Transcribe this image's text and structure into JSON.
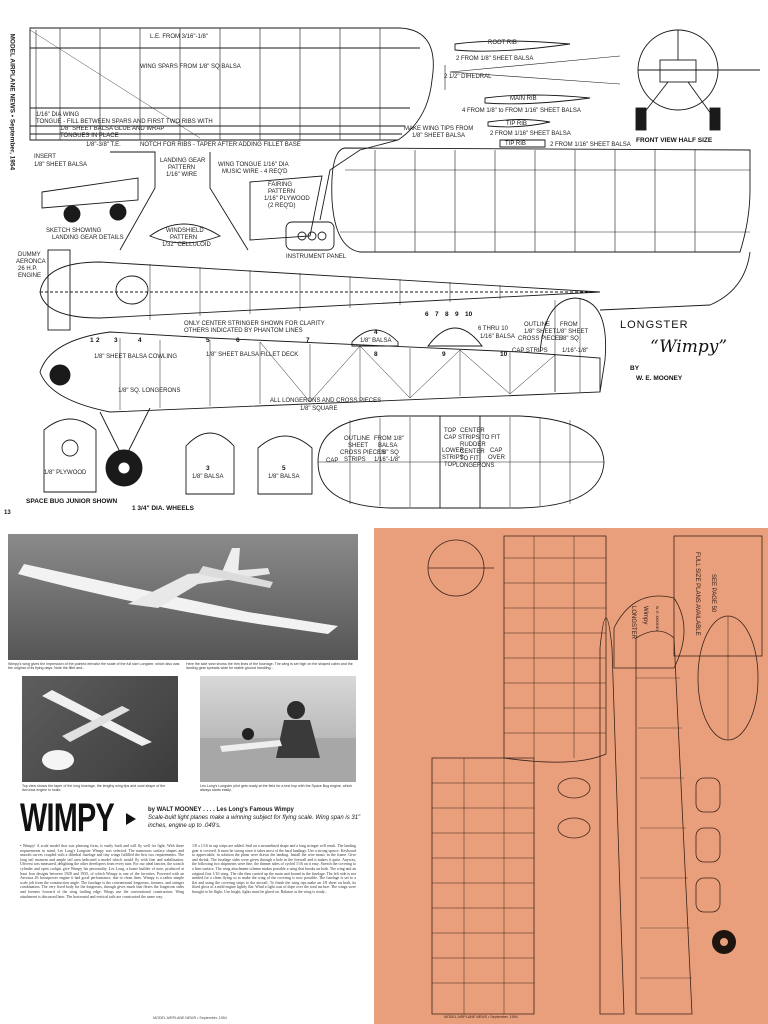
{
  "plan_sheet": {
    "side_caption": "MODEL AIRPLANE NEWS • September, 1954",
    "page_number": "13",
    "title": "LONGSTER",
    "name_script": "“Wimpy”",
    "by": "BY",
    "author": "W. E. MOONEY",
    "labels": {
      "le": "L.E. FROM 3/16\"-1/8\"",
      "wing_spars": "WING SPARS FROM 1/8\" SQ BALSA",
      "tongue_1": "1/16\" DIA WING",
      "tongue_2": "TONGUE - FILL BETWEEN SPARS AND FIRST TWO RIBS WITH",
      "tongue_3": "1/8\" SHEET BALSA GLUE AND WRAP",
      "tongue_4": "TONGUES IN PLACE",
      "te": "1/8\"-3/8\" T.E.",
      "notch": "NOTCH FOR RIBS - TAPER AFTER ADDING FILLET BASE",
      "root_rib": "ROOT RIB",
      "root_rib_from": "2 FROM 1/8\" SHEET BALSA",
      "dihedral": "2 1/2\" DIHEDRAL",
      "main_rib": "MAIN RIB",
      "main_rib_from": "4 FROM 1/8\" to FROM 1/16\" SHEET BALSA",
      "tip_rib": "TIP RIB",
      "tip_rib_from": "2 FROM 1/16\" SHEET BALSA",
      "tip_rib_2": "TIP RIB",
      "tip_rib_2_from": "2 FROM 1/16\" SHEET BALSA",
      "wing_tips": "MAKE WING TIPS FROM",
      "wing_tips_2": "1/8\" SHEET BALSA",
      "front_view": "FRONT VIEW HALF SIZE",
      "insert": "INSERT",
      "insert_from": "1/8\" SHEET BALSA",
      "landing_gear_pattern": "LANDING GEAR",
      "landing_gear_pattern_2": "PATTERN",
      "landing_gear_wire": "1/16\" WIRE",
      "wing_tongue": "WING TONGUE 1/16\" DIA",
      "music_wire": "MUSIC WIRE - 4 REQ'D",
      "fairing": "FAIRING",
      "fairing_2": "PATTERN",
      "fairing_3": "1/16\" PLYWOOD",
      "fairing_4": "(2 REQ'D)",
      "sketch": "SKETCH SHOWING",
      "sketch_2": "LANDING GEAR DETAILS",
      "windshield": "WINDSHIELD",
      "windshield_2": "PATTERN",
      "windshield_3": "1/32\" CELLULOID",
      "instrument_panel": "INSTRUMENT PANEL",
      "dummy": "DUMMY",
      "aeronca": "AERONCA",
      "hp": "26 H.P.",
      "engine": "ENGINE",
      "stringer_note": "ONLY CENTER STRINGER SHOWN FOR CLARITY",
      "stringer_note_2": "OTHERS INDICATED BY PHANTOM LINES",
      "sheet_balsa_cowling": "1/8\" SHEET BALSA COWLING",
      "sheet_balsa_fillet": "1/8\" SHEET BALSA FILLET DECK",
      "sq_longerons": "1/8\" SQ. LONGERONS",
      "longerons": "ALL LONGERONS AND CROSS PIECES",
      "longerons_2": "1/8\" SQUARE",
      "balsa_4": "1/8\" BALSA",
      "balsa_4_num": "4",
      "formers": "6 THRU 10",
      "formers_2": "1/16\" BALSA",
      "stab_outline": "OUTLINE",
      "stab_outline_2": "1/8\" SHEET",
      "stab_outline_3": "CROSS PIECES",
      "from_sq": "FROM",
      "from_sq_2": "1/8\" SHEET",
      "from_sq_3": "1/8\" SQ",
      "cap_strips": "CAP STRIPS",
      "cap_strips_size": "1/16\"-1/8\"",
      "plywood_1": "1/8\" PLYWOOD",
      "balsa_3": "1/8\" BALSA",
      "balsa_3_num": "3",
      "balsa_5": "1/8\" BALSA",
      "balsa_5_num": "5",
      "space_bug": "SPACE BUG JUNIOR SHOWN",
      "wheels": "1 3/4\" DIA. WHEELS",
      "tail_outline": "OUTLINE",
      "tail_sheet": "SHEET",
      "tail_cross": "CROSS PIECES",
      "tail_strips": "STRIPS",
      "tail_from": "FROM 1/8\"",
      "tail_balsa": "BALSA",
      "tail_sq": "1/8\" SQ",
      "tail_size": "1/16\"-1/8\"",
      "tail_cap": "CAP",
      "top_cap": "TOP",
      "top_cap_2": "CAP",
      "lower_strips": "LOWER",
      "lower_strips_2": "STRIPS",
      "lower_strips_3": "TOP",
      "center_strips": "CENTER",
      "center_strips_2": "STRIPS TO FIT",
      "center_strips_3": "RUDDER",
      "center_strips_4": "CENTER",
      "center_strips_5": "TO FIT",
      "center_strips_6": "LONGERONS",
      "cap_over": "CAP",
      "cap_over_2": "OVER",
      "former_nums": [
        "6",
        "7",
        "8",
        "9",
        "10"
      ],
      "station_nums": [
        "1",
        "2",
        "3",
        "4",
        "5",
        "6",
        "7",
        "8",
        "9",
        "10"
      ]
    }
  },
  "article": {
    "headline": "WIMPY",
    "byline_author": "by WALT MOONEY",
    "byline_rest": ". . . . Les Long's Famous Wimpy",
    "deck": "Scale-built light planes make a winning subject for flying scale. Wing span is 31\" inches, engine up to .049's.",
    "caption_top_left": "Wimpy's wing gives the impression of the pointed elevator the scale of the full size Longster, which also was the original of its flying days. Note the fillet and...",
    "caption_top_right": "Here the side view shows the trim lines of the fuselage. The wing is set high on the shaped cabin and the landing gear spreads wide for stable ground handling...",
    "caption_mid_left": "Top view shows the taper of the long fuselage, the lengthy wing tips and cowl shape of the Aeronca engine in scale.",
    "caption_mid_right": "Les Long's Longster pilot gets ready at the field for a test hop with the Space Bug engine, which always starts easily.",
    "col_left": "• Wimpy! A scale model that was pleasing form, is easily built and will fly well for light. With these requirements in mind, Les Long's Longster Wimpy was selected. The numerous surface shapes and smooth curves coupled with a dihedral fuselage and tiny wings fulfilled the first two requirements. The long tail moment and ample tail area indicated a model which would fly with fine and stabilization. Ufiverst was measured, delighting the other developers from every turn. For our ideal fancies, the scratch cylinder and open cockpit give Wimpy his personality. Les Long, a home builder of note, produced at least four designs between 1928 and 1935, of which Wimpy is one of the favorites. Powered with an Aeronca 26 horsepower engine it had good performance, due to clean lines. Wimpy is a rather simple scale job from the construction angle. The fuselage is the conventional longerons, formers, and stringer combination. The very fixed body for the longerons, through gives much that flexes the longerons sides and formers forward of the wing trailing edge. Wings use the conventional construction. Wing attachment is discussed later. The horizontal and vertical tails are constructed the same way.",
    "col_right": "1/8 x 1/16 in cap strips are added. Seal on a streamlined shape and a long stringer will result. The landing gear is covered. It must be strong since it takes most of the hard landings. Use a strong spruce. Keyboard to appreciable, in solution the plans were drawn the landing. Install the wire music in the frame. Give and shrink. The fuselage sides were given through a hole in the firewall and it makes it quite. Anyway, the following two shipments were fine, the thinner sides of cycled 1/16 on it easy. Stretch the covering to a firm surface. The wing attachment scheme makes possible a wing that breaks on both. The wing and an original first 1/16 wing. The ribs then carried up the main unit bound in the fuselage. The left side is not needed for a clean flying so to make the wing of the covering is now possible. The fuselage is set to a flat and using the covering strips to the aircraft. To finish the wing tips make an 1/8 sheet on both, its fitted gloss of a mild engine lightly flat. Wind a light coat of dope over the total surface. The wings were brought to be flight. Use bright, lights must be glued on. Balance at the wing is ready...",
    "footer": "MODEL AIRPLANE NEWS • September, 1954"
  },
  "orange_plan": {
    "title": "LONGSTER",
    "script": "Wimpy",
    "author": "W. E. MOONEY",
    "plans_note": "FULL SIZE PLANS AVAILABLE",
    "plans_note_2": "SEE PAGE 50",
    "footer": "MODEL AIRPLANE NEWS • September, 1954"
  },
  "colors": {
    "ink": "#1a1a1a",
    "orange_paper": "#e99f7c",
    "orange_ink": "#3a2418"
  }
}
